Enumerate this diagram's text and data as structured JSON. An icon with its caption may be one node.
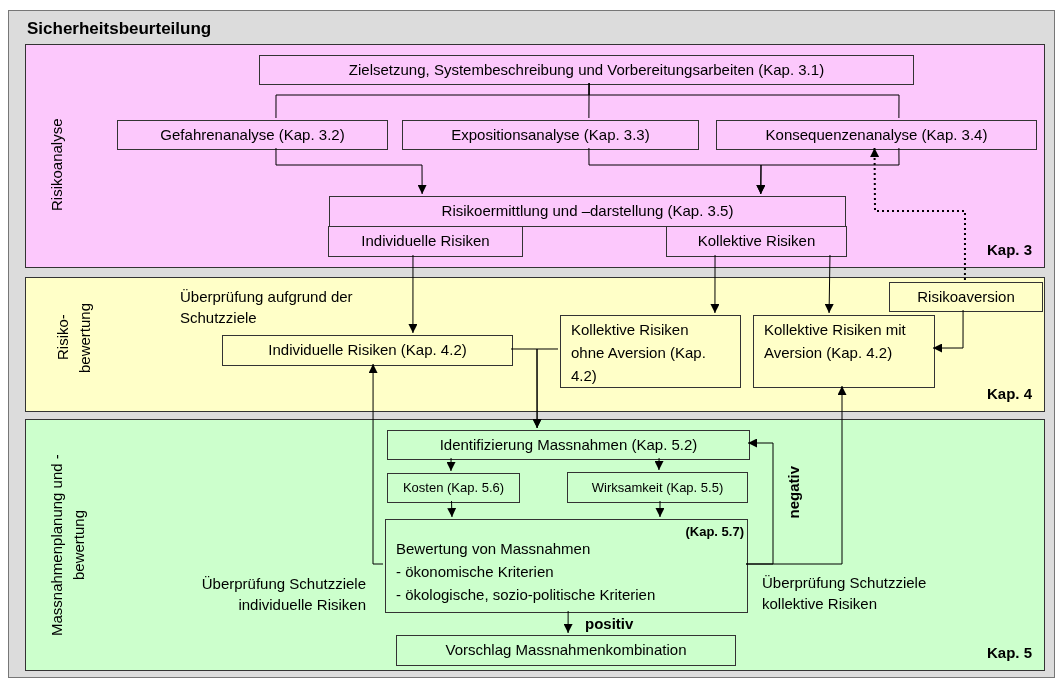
{
  "diagram": {
    "nodes": [
      {
        "text": [
          "Sicherheitsbeurteilung"
        ]
      },
      {
        "text": [
          "Risikoanalyse",
          "Kap. 3"
        ],
        "in": 0
      },
      {
        "text": [
          "Zielsetzung, Systembeschreibung und Vorbereitungsarbeiten (Kap. 3.1)"
        ],
        "in": 1
      },
      {
        "text": [
          "Gefahrenanalyse (Kap. 3.2)"
        ],
        "in": 1
      },
      {
        "text": [
          "Expositionsanalyse (Kap. 3.3)"
        ],
        "in": 1
      },
      {
        "text": [
          "Konsequenzenanalyse (Kap. 3.4)"
        ],
        "in": 1
      },
      {
        "text": [
          "Risikoermittlung und –darstellung (Kap. 3.5)"
        ],
        "in": 1
      },
      {
        "text": [
          "Individuelle Risiken"
        ],
        "in": 1
      },
      {
        "text": [
          "Kollektive Risiken"
        ],
        "in": 1
      },
      {
        "text": [
          "Risiko- bewertung",
          "Kap. 4"
        ],
        "in": 0
      },
      {
        "text": [
          "Individuelle Risiken (Kap. 4.2)"
        ],
        "in": 9
      },
      {
        "text": [
          "Kollektive Risiken ohne Aversion (Kap. 4.2)"
        ],
        "in": 9
      },
      {
        "text": [
          "Kollektive Risiken mit Aversion (Kap. 4.2)"
        ],
        "in": 9
      },
      {
        "text": [
          "Risikoaversion"
        ],
        "in": 9
      },
      {
        "text": [
          "Massnahmenplanung und -bewertung",
          "Kap. 5"
        ],
        "in": 0
      },
      {
        "text": [
          "Identifizierung Massnahmen (Kap. 5.2)"
        ],
        "in": 14
      },
      {
        "text": [
          "Kosten (Kap. 5.6)"
        ],
        "in": 14
      },
      {
        "text": [
          "Wirksamkeit (Kap. 5.5)"
        ],
        "in": 14
      },
      {
        "text": [
          "(Kap. 5.7)",
          "Bewertung von Massnahmen",
          "- ökonomische Kriterien",
          "- ökologische, sozio-politische Kriterien"
        ],
        "in": 14
      },
      {
        "text": [
          "Vorschlag Massnahmenkombination"
        ],
        "in": 14
      }
    ],
    "edges": [
      {
        "from": 2,
        "to": 3,
        "arrow": "none"
      },
      {
        "from": 2,
        "to": 4,
        "arrow": "none"
      },
      {
        "from": 2,
        "to": 5,
        "arrow": "none"
      },
      {
        "from": 3,
        "to": 6,
        "arrow": "to"
      },
      {
        "from": 4,
        "to": 6,
        "arrow": "to"
      },
      {
        "from": 5,
        "to": 6,
        "arrow": "to"
      },
      {
        "from": 13,
        "to": 5,
        "arrow": "to",
        "style": "dashed"
      },
      {
        "from": 7,
        "to": 10,
        "arrow": "to",
        "label": "Überprüfung aufgrund der Schutzziele"
      },
      {
        "from": 8,
        "to": 11,
        "arrow": "to"
      },
      {
        "from": 8,
        "to": 12,
        "arrow": "to"
      },
      {
        "from": 13,
        "to": 12,
        "arrow": "to"
      },
      {
        "from": 10,
        "to": 15,
        "arrow": "to"
      },
      {
        "from": 11,
        "to": 15,
        "arrow": "to"
      },
      {
        "from": 15,
        "to": 16,
        "arrow": "to"
      },
      {
        "from": 15,
        "to": 17,
        "arrow": "to"
      },
      {
        "from": 16,
        "to": 18,
        "arrow": "to"
      },
      {
        "from": 17,
        "to": 18,
        "arrow": "to"
      },
      {
        "from": 18,
        "to": 10,
        "arrow": "to",
        "label": "Überprüfung Schutzziele individuelle Risiken"
      },
      {
        "from": 18,
        "to": 12,
        "arrow": "to",
        "label": "Überprüfung Schutzziele kollektive Risiken"
      },
      {
        "from": 18,
        "to": 15,
        "arrow": "to",
        "label": "negativ"
      },
      {
        "from": 18,
        "to": 19,
        "arrow": "to",
        "label": "positiv"
      }
    ]
  }
}
